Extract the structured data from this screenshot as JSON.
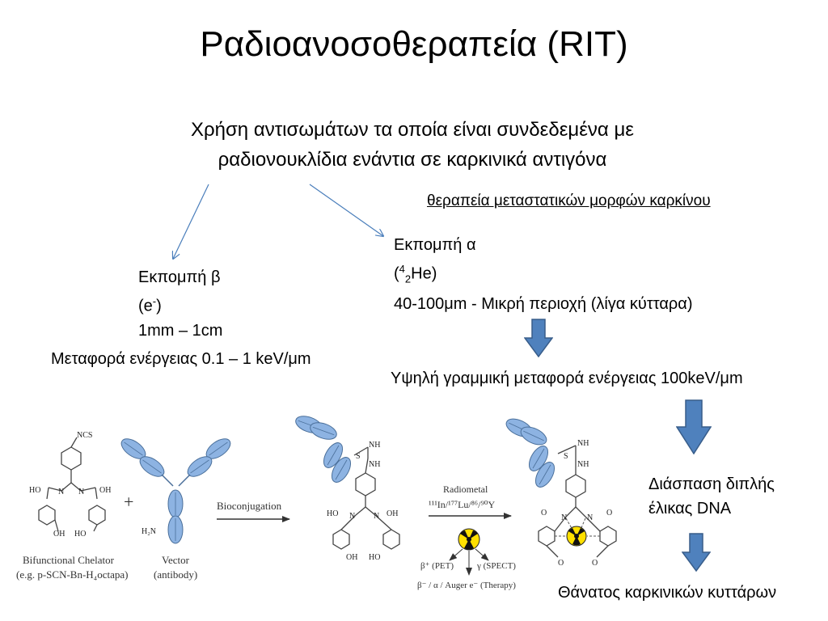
{
  "title": "Ραδιοανοσοθεραπεία (RIT)",
  "subtitle": {
    "line1": "Χρήση αντισωμάτων τα οποία είναι συνδεδεμένα με",
    "line2": "ραδιονουκλίδια ενάντια σε καρκινικά αντιγόνα"
  },
  "metastatic_label": "θεραπεία μεταστατικών μορφών καρκίνου",
  "beta": {
    "title": "Εκπομπή β",
    "particle_base": "(e",
    "particle_sup": "-",
    "particle_end": ")",
    "range": "1mm – 1cm",
    "energy": "Μεταφορά ενέργειας 0.1 – 1 keV/μm"
  },
  "alpha": {
    "title": "Εκπομπή α",
    "open": "(",
    "mass": "4",
    "charge": "2",
    "element": "He)",
    "range": "40-100μm - Μικρή περιοχή (λίγα κύτταρα)",
    "energy": "Υψηλή γραμμική μεταφορά ενέργειας 100keV/μm"
  },
  "dna_break": {
    "line1": "Διάσπαση διπλής",
    "line2": "έλικας DNA"
  },
  "cell_death": "Θάνατος καρκινικών κυττάρων",
  "diagram": {
    "ncs": "NCS",
    "ho": "HO",
    "oh": "OH",
    "n": "N",
    "o": "O",
    "h2n": "H₂N",
    "nh": "NH",
    "s": "S",
    "plus": "+",
    "chelator_label": "Bifunctional Chelator",
    "chelator_sub": "(e.g. p-SCN-Bn-H₄octapa)",
    "vector_label": "Vector",
    "vector_sub": "(antibody)",
    "bioconjugation": "Bioconjugation",
    "radiometal": "Radiometal",
    "isotopes": "¹¹¹In/¹⁷⁷Lu/⁸⁶/⁹⁰Y",
    "pet": "β⁺ (PET)",
    "spect": "γ (SPECT)",
    "therapy": "β⁻ / α / Auger e⁻ (Therapy)"
  },
  "colors": {
    "arrow_fill": "#4f81bd",
    "arrow_stroke": "#385d8a",
    "thin_arrow": "#4a7ebb",
    "antibody": "#8db3e2",
    "antibody_stroke": "#4a6f9a",
    "hazard_yellow": "#ffe000"
  }
}
